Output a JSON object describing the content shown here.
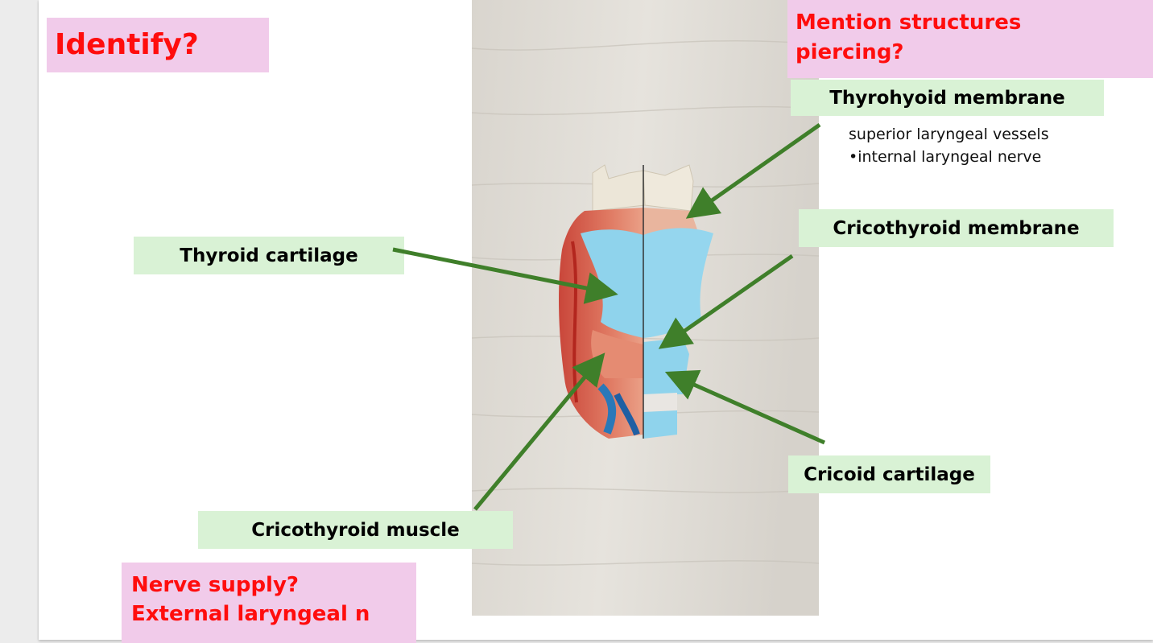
{
  "title": "Identify?",
  "question": {
    "line1": "Mention structures",
    "line2": "piercing?"
  },
  "labels": {
    "thyrohyoid_membrane": "Thyrohyoid membrane",
    "cricothyroid_membrane": "Cricothyroid membrane",
    "thyroid_cartilage": "Thyroid cartilage",
    "cricoid_cartilage": "Cricoid cartilage",
    "cricothyroid_muscle": "Cricothyroid muscle"
  },
  "notes": {
    "line1": "superior laryngeal vessels",
    "line2": "•internal laryngeal nerve"
  },
  "nerve": {
    "line1": "Nerve supply?",
    "line2": "External laryngeal n"
  },
  "colors": {
    "highlight_pink": "#f1cbea",
    "highlight_green": "#d9f2d5",
    "question_red": "#ff0d0d",
    "arrow_green": "#3f7f2a",
    "cartilage_blue": "#8fd3ec"
  }
}
